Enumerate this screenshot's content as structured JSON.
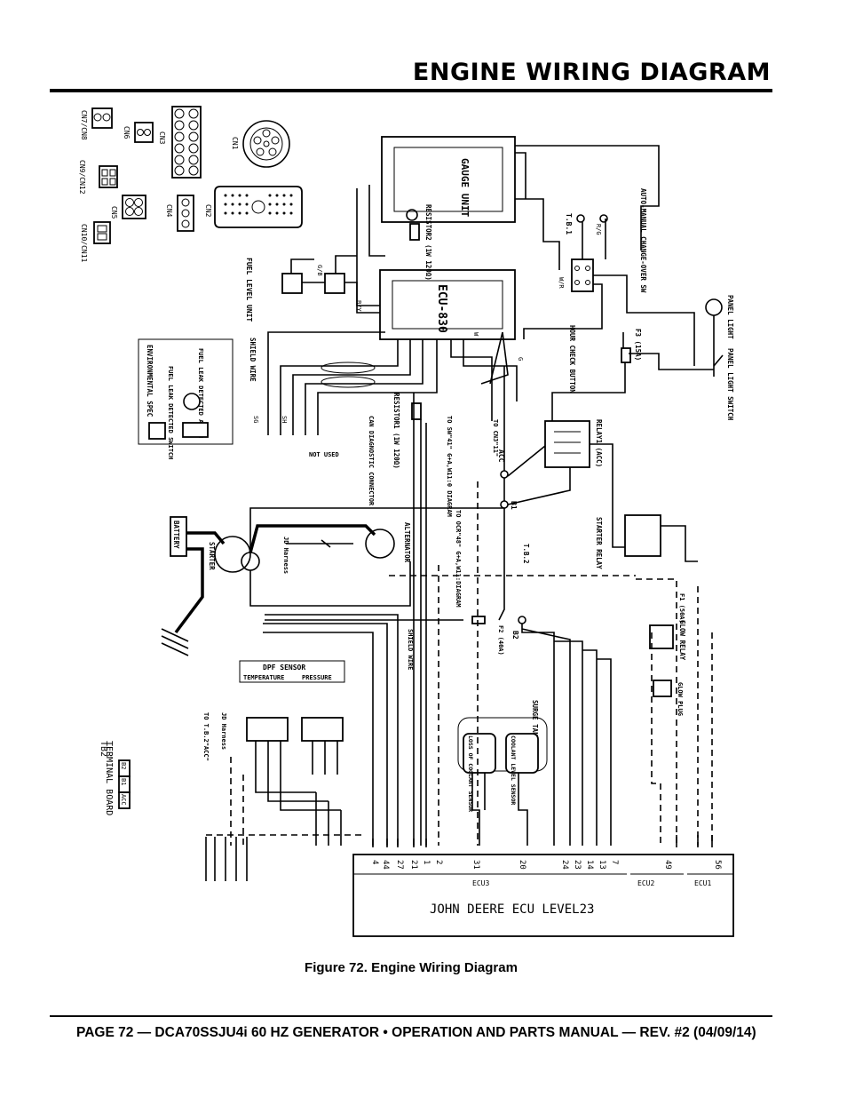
{
  "header": {
    "title": "ENGINE WIRING DIAGRAM"
  },
  "diagram": {
    "connectors_legend": [
      "CN7/CN8",
      "CN6",
      "CN3",
      "CN1",
      "CN9/CN12",
      "CN5",
      "CN4",
      "CN2",
      "CN10/CN11"
    ],
    "components": {
      "gauge_unit": "GAUGE UNIT",
      "ecu_830": "ECU-830",
      "resistor2": "RESISTOR2 (1W 120Ω)",
      "resistor1": "RESISTOR1 (1W 120Ω)",
      "auto_manual_switch": "AUTO-MANUAL CHANGE-OVER SW",
      "tb1": "T.B.1",
      "panel_light": "PANEL LIGHT",
      "panel_light_switch": "PANEL LIGHT SWITCH",
      "fuse_f3": "F3 (15A)",
      "hour_check_button": "HOUR CHECK BUTTON",
      "relay1": "RELAY1 (ACC)",
      "fuel_level_unit": "FUEL LEVEL UNIT",
      "fuel_leak_alarm": "FUEL LEAK DETECTED ALARM",
      "fuel_leak_switch": "FUEL LEAK DETECTED SWITCH",
      "environmental_spec": "ENVIRONMENTAL SPEC",
      "shield_wire": "SHIELD WIRE",
      "can_connector": "CAN DIAGNOSTIC CONNECTOR",
      "not_used": "NOT USED",
      "battery": "BATTERY",
      "starter": "STARTER",
      "alternator": "ALTERNATOR",
      "starter_relay": "STARTER RELAY",
      "jd_harness": "JD Harness",
      "to_cn3": "TO CN3\"11\"",
      "to_sw41": "TO SW\"41\" G+A,W11:0 DIAGRAM",
      "to_ocr": "TO OCR\"48\" G+A,W11:DIAGRAM",
      "acc": "ACC",
      "b1": "B1",
      "b2": "B2",
      "tb2": "T.B.2",
      "fuse_f2": "F2 (40A)",
      "fuse_f1": "F1 (50A)",
      "glow_relay": "GLOW RELAY",
      "glow_plug": "GLOW PLUG",
      "dpf_sensor": "DPF SENSOR",
      "temperature": "TEMPERATURE",
      "pressure": "PRESSURE",
      "to_tb2_acc": "TO T.B.2\"ACC\"",
      "surge_tank": "SURGE TANK",
      "loss_of_coolant": "LOSS OF COOLANT SENSOR",
      "coolant_level": "COOLANT LEVEL SENSOR",
      "jd_ecu": "JOHN DEERE ECU LEVEL23",
      "ecu3": "ECU3",
      "ecu2": "ECU2",
      "ecu1": "ECU1",
      "terminal_board": "TERMINAL BOARD",
      "tb2_label": "TB2",
      "tb2_terminals": [
        "B2",
        "B1",
        "ACC"
      ]
    },
    "ecu3_pins": [
      "4",
      "44",
      "27",
      "21",
      "1",
      "2",
      "31",
      "20",
      "24",
      "23",
      "14",
      "13",
      "7"
    ],
    "ecu2_pins": [
      "49"
    ],
    "ecu1_pins": [
      "56"
    ],
    "wire_labels": [
      "SG",
      "SH",
      "G",
      "W",
      "W/R",
      "R/G",
      "B/Y",
      "G/B"
    ]
  },
  "caption": "Figure 72. Engine Wiring Diagram",
  "footer": "PAGE 72 — DCA70SSJU4i 60 HZ GENERATOR • OPERATION AND PARTS MANUAL — REV. #2 (04/09/14)"
}
